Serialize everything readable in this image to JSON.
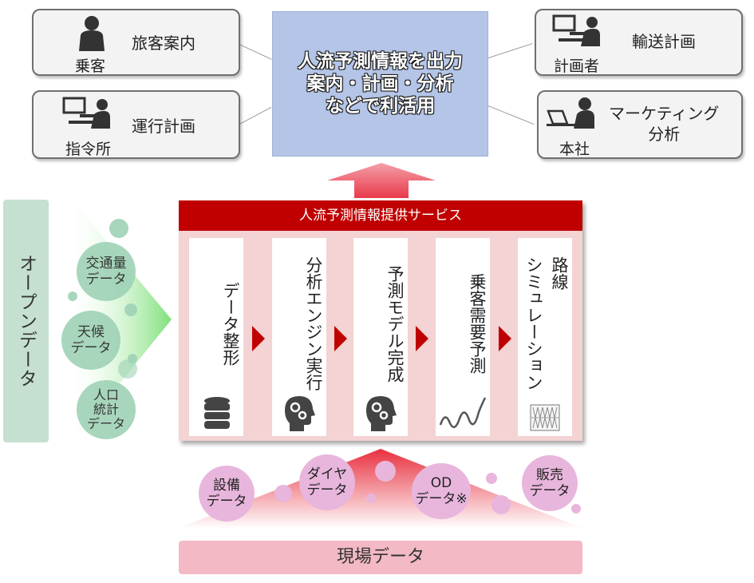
{
  "users": [
    {
      "role": "乗客",
      "purpose": "旅客案内",
      "icon": "person-icon"
    },
    {
      "role": "指令所",
      "purpose": "運行計画",
      "icon": "operator-monitor-icon"
    },
    {
      "role": "計画者",
      "purpose": "輸送計画",
      "icon": "planner-monitor-icon"
    },
    {
      "role": "本社",
      "purpose": "マーケティング\n分析",
      "icon": "laptop-worker-icon"
    }
  ],
  "output": {
    "text": "人流予測情報を出力\n案内・計画・分析\nなどで利活用"
  },
  "service": {
    "title": "人流予測情報提供サービス",
    "steps": [
      {
        "label": "データ整形",
        "icon": "database-icon"
      },
      {
        "label": "分析エンジン実行",
        "icon": "brain-gear-icon"
      },
      {
        "label": "予測モデル完成",
        "icon": "brain-gear-icon"
      },
      {
        "label": "乗客需要予測",
        "icon": "wave-chart-icon"
      },
      {
        "label": "路線\nシミュレーション",
        "icon": "mesh-grid-icon"
      }
    ]
  },
  "open_data": {
    "label": "オープンデータ",
    "items": [
      "交通量\nデータ",
      "天候\nデータ",
      "人口\n統計\nデータ"
    ]
  },
  "field_data": {
    "label": "現場データ",
    "items": [
      "設備\nデータ",
      "ダイヤ\nデータ",
      "OD\nデータ※",
      "販売\nデータ"
    ]
  },
  "colors": {
    "accent": "#c00000",
    "output_bg": "#b4c5e7",
    "open_green": "#9fd2b6",
    "field_pink": "#e8b6dc"
  }
}
